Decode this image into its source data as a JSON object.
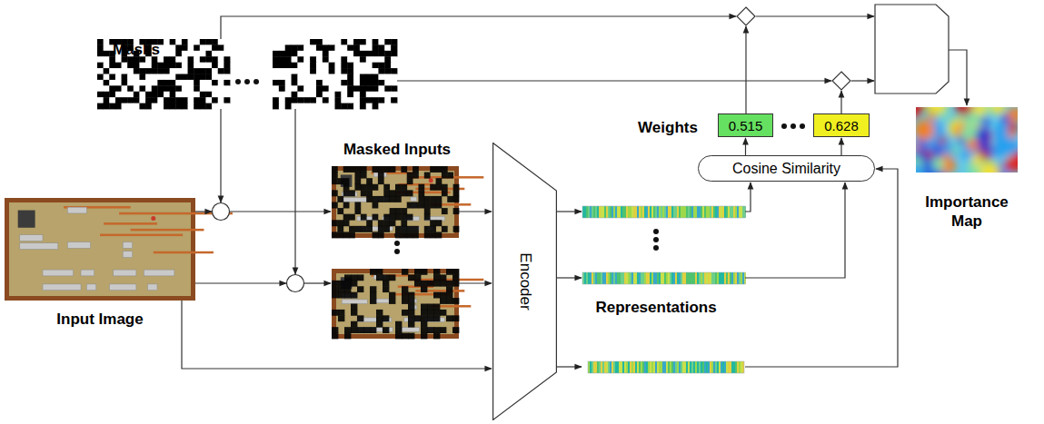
{
  "diagram": {
    "nodes": [
      {
        "text": [
          "0.515"
        ]
      },
      {
        "text": [
          "0.628"
        ]
      },
      {
        "text": [
          "Cosine Similarity"
        ]
      },
      {
        "text": [
          "Encoder"
        ]
      }
    ],
    "edges": [
      {
        "from": 2,
        "to": 0,
        "arrow": "to"
      },
      {
        "from": 2,
        "to": 1,
        "arrow": "to"
      }
    ],
    "labels": [
      "Masks",
      "Masked Inputs",
      "Weights",
      "Representations",
      "Input Image",
      "Importance Map"
    ]
  }
}
